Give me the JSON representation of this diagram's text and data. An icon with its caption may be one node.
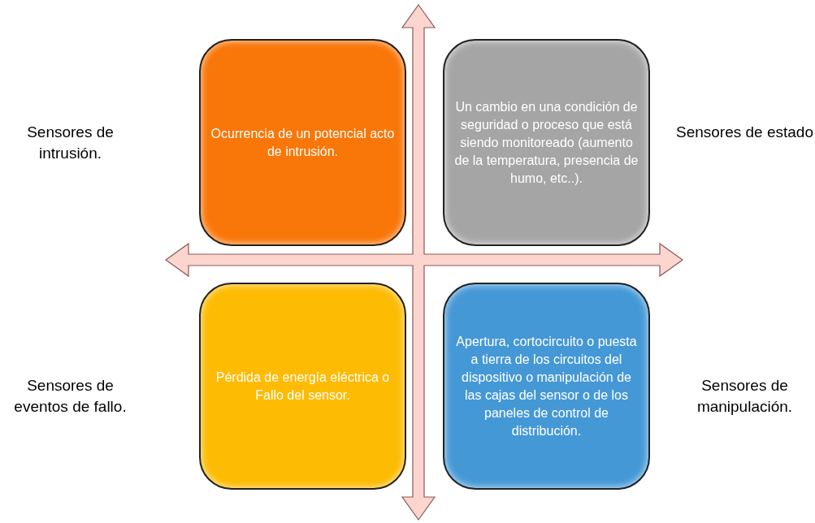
{
  "diagram": {
    "nodes": [
      {
        "text": [
          "Ocurrencia de un potencial acto de intrusión."
        ]
      },
      {
        "text": [
          "Un cambio en una condición de seguridad o proceso que está siendo monitoreado (aumento de la temperatura, presencia de humo, etc..)."
        ]
      },
      {
        "text": [
          "Pérdida de energía eléctrica o Fallo del sensor."
        ]
      },
      {
        "text": [
          "Apertura, cortocircuito o puesta a tierra de los circuitos del dispositivo o manipulación de las cajas del sensor o de los paneles de control de distribución."
        ]
      }
    ],
    "labels": [
      "Sensores de intrusión.",
      "Sensores de estado",
      "Sensores de eventos de fallo.",
      "Sensores de manipulación."
    ]
  }
}
